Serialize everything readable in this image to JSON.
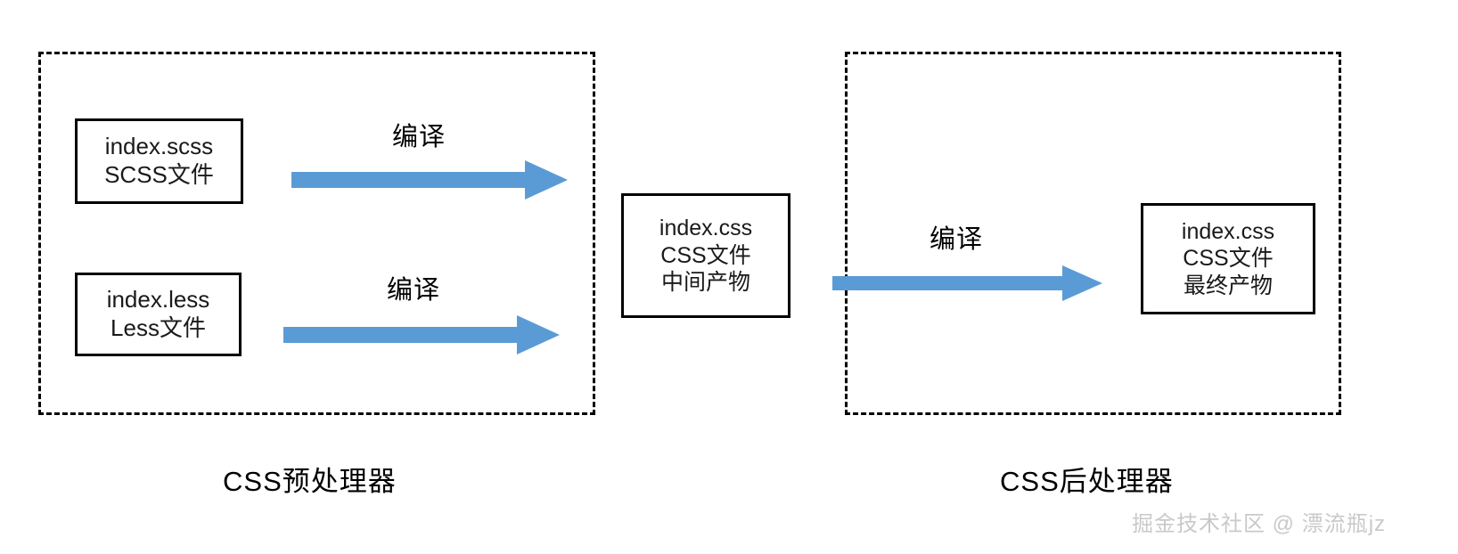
{
  "diagram": {
    "groups": [
      {
        "id": "pre",
        "caption": "CSS预处理器"
      },
      {
        "id": "post",
        "caption": "CSS后处理器"
      }
    ],
    "boxes": [
      {
        "id": "scss",
        "line1": "index.scss",
        "line2": "SCSS文件",
        "line3": ""
      },
      {
        "id": "less",
        "line1": "index.less",
        "line2": "Less文件",
        "line3": ""
      },
      {
        "id": "mid",
        "line1": "index.css",
        "line2": "CSS文件",
        "line3": "中间产物"
      },
      {
        "id": "final",
        "line1": "index.css",
        "line2": "CSS文件",
        "line3": "最终产物"
      }
    ],
    "arrows": [
      {
        "id": "scss-to-css",
        "label": "编译"
      },
      {
        "id": "less-to-css",
        "label": "编译"
      },
      {
        "id": "css-to-css",
        "label": "编译"
      }
    ],
    "colors": {
      "arrow_blue": "#5B9BD5",
      "border_black": "#000000",
      "watermark_gray": "#C9C9C9",
      "background": "#FFFFFF"
    },
    "watermark": "掘金技术社区 @ 漂流瓶jz"
  }
}
